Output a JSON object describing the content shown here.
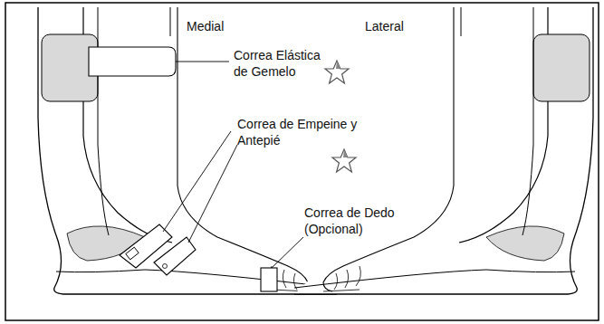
{
  "diagram": {
    "labels": [
      "Medial",
      "Lateral",
      "Correa Elástica de Gemelo",
      "Correa de Empeine y Antepié",
      "Correa de Dedo (Opcional)"
    ]
  }
}
